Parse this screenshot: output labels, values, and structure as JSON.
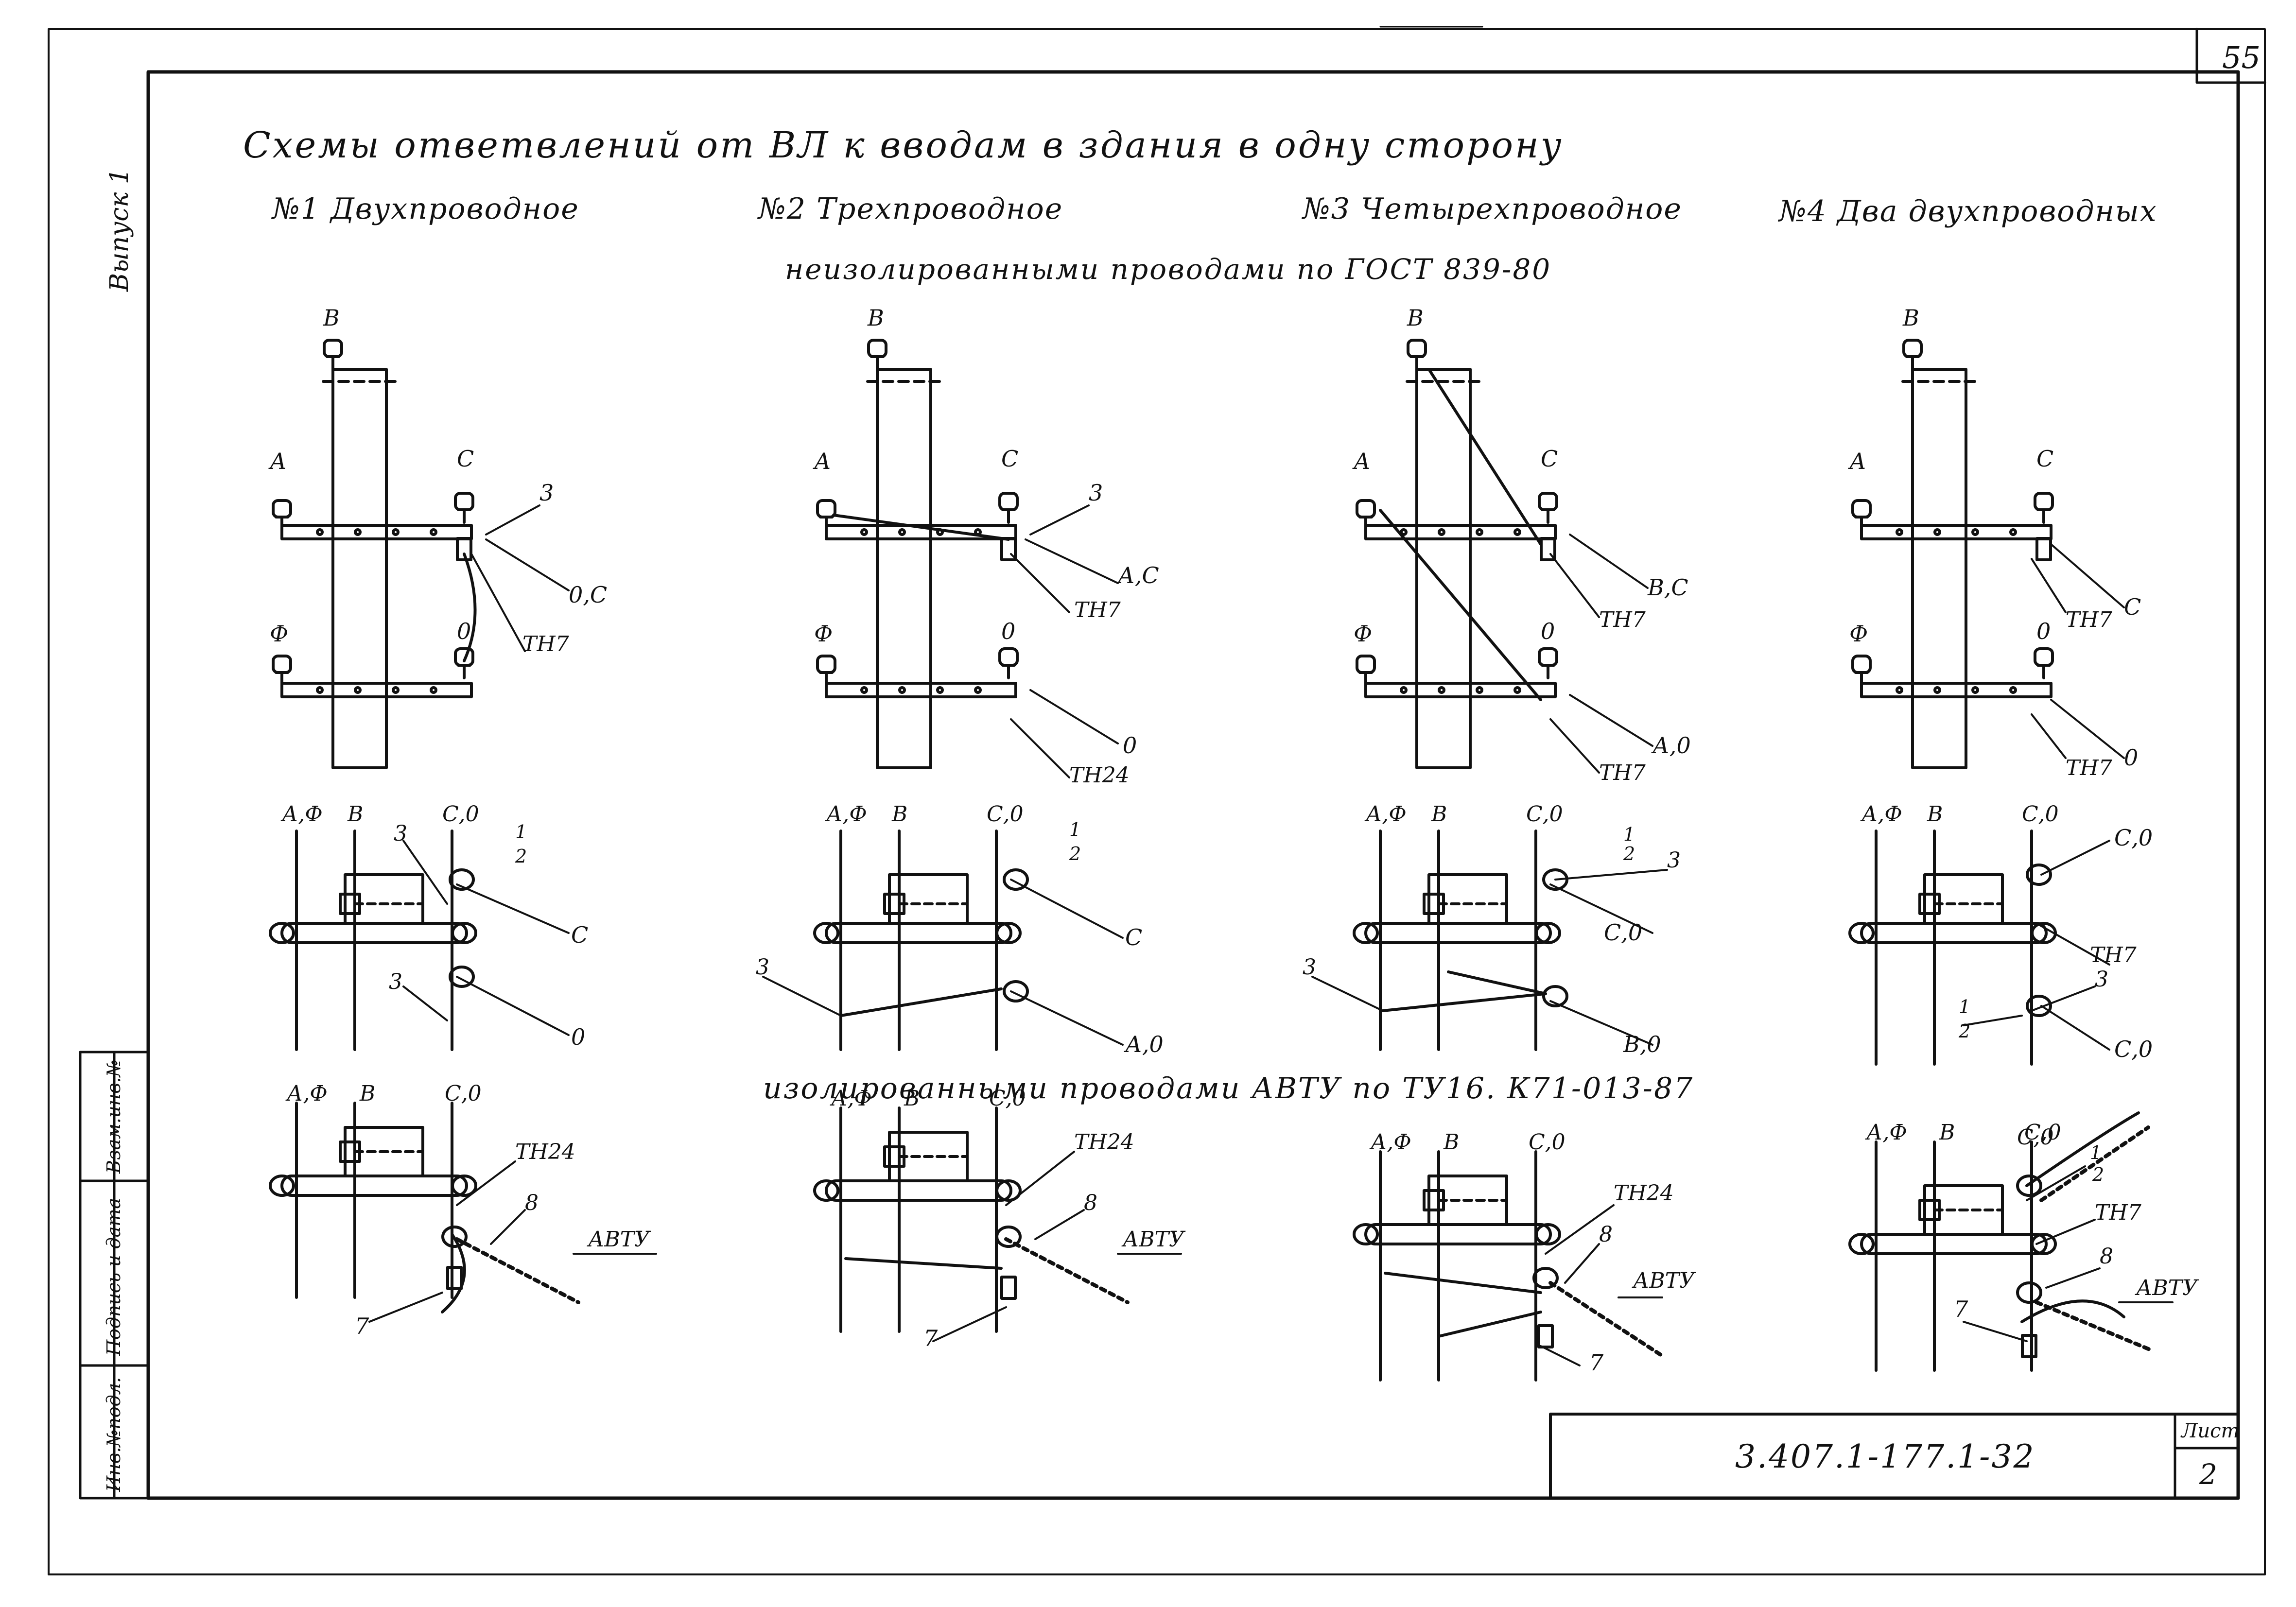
{
  "sheet": {
    "page_number": "55",
    "title": "Схемы ответвлений от ВЛ к вводам в здания в одну сторону",
    "volume": "Выпуск 1",
    "doc_code": "3.407.1-177.1-32",
    "sheet_label": "Лист",
    "sheet_number": "2"
  },
  "side_stamp": {
    "cells": [
      "Взам.инв.№",
      "Подпись и дата",
      "Инв.№подл."
    ]
  },
  "sections": {
    "bare": "неизолированными проводами по ГОСТ 839-80",
    "insulated": "изолированными проводами АВТУ по ТУ16. К71-013-87"
  },
  "columns": [
    {
      "heading": "№1 Двухпроводное"
    },
    {
      "heading": "№2 Трехпроводное"
    },
    {
      "heading": "№3 Четырехпроводное"
    },
    {
      "heading": "№4 Два двухпроводных"
    }
  ],
  "labels": {
    "phase_a": "А",
    "phase_b": "В",
    "phase_c": "С",
    "phase_f": "Ф",
    "zero": "0",
    "item3": "3",
    "item7": "7",
    "item8": "8",
    "clamp_tn7": "ТН7",
    "clamp_tn24": "ТН24",
    "avtu": "АВТУ",
    "out_0c": "0,С",
    "out_ac": "А,С",
    "out_bc": "В,С",
    "out_a0": "А,0",
    "out_b0": "В,0",
    "out_c": "С",
    "out_0": "0",
    "out_c0": "С,0",
    "af": "А,Ф",
    "b": "В",
    "c0": "С,0",
    "frac_num": "1",
    "frac_den": "2"
  },
  "colors": {
    "ink": "#111111",
    "paper": "#ffffff"
  }
}
